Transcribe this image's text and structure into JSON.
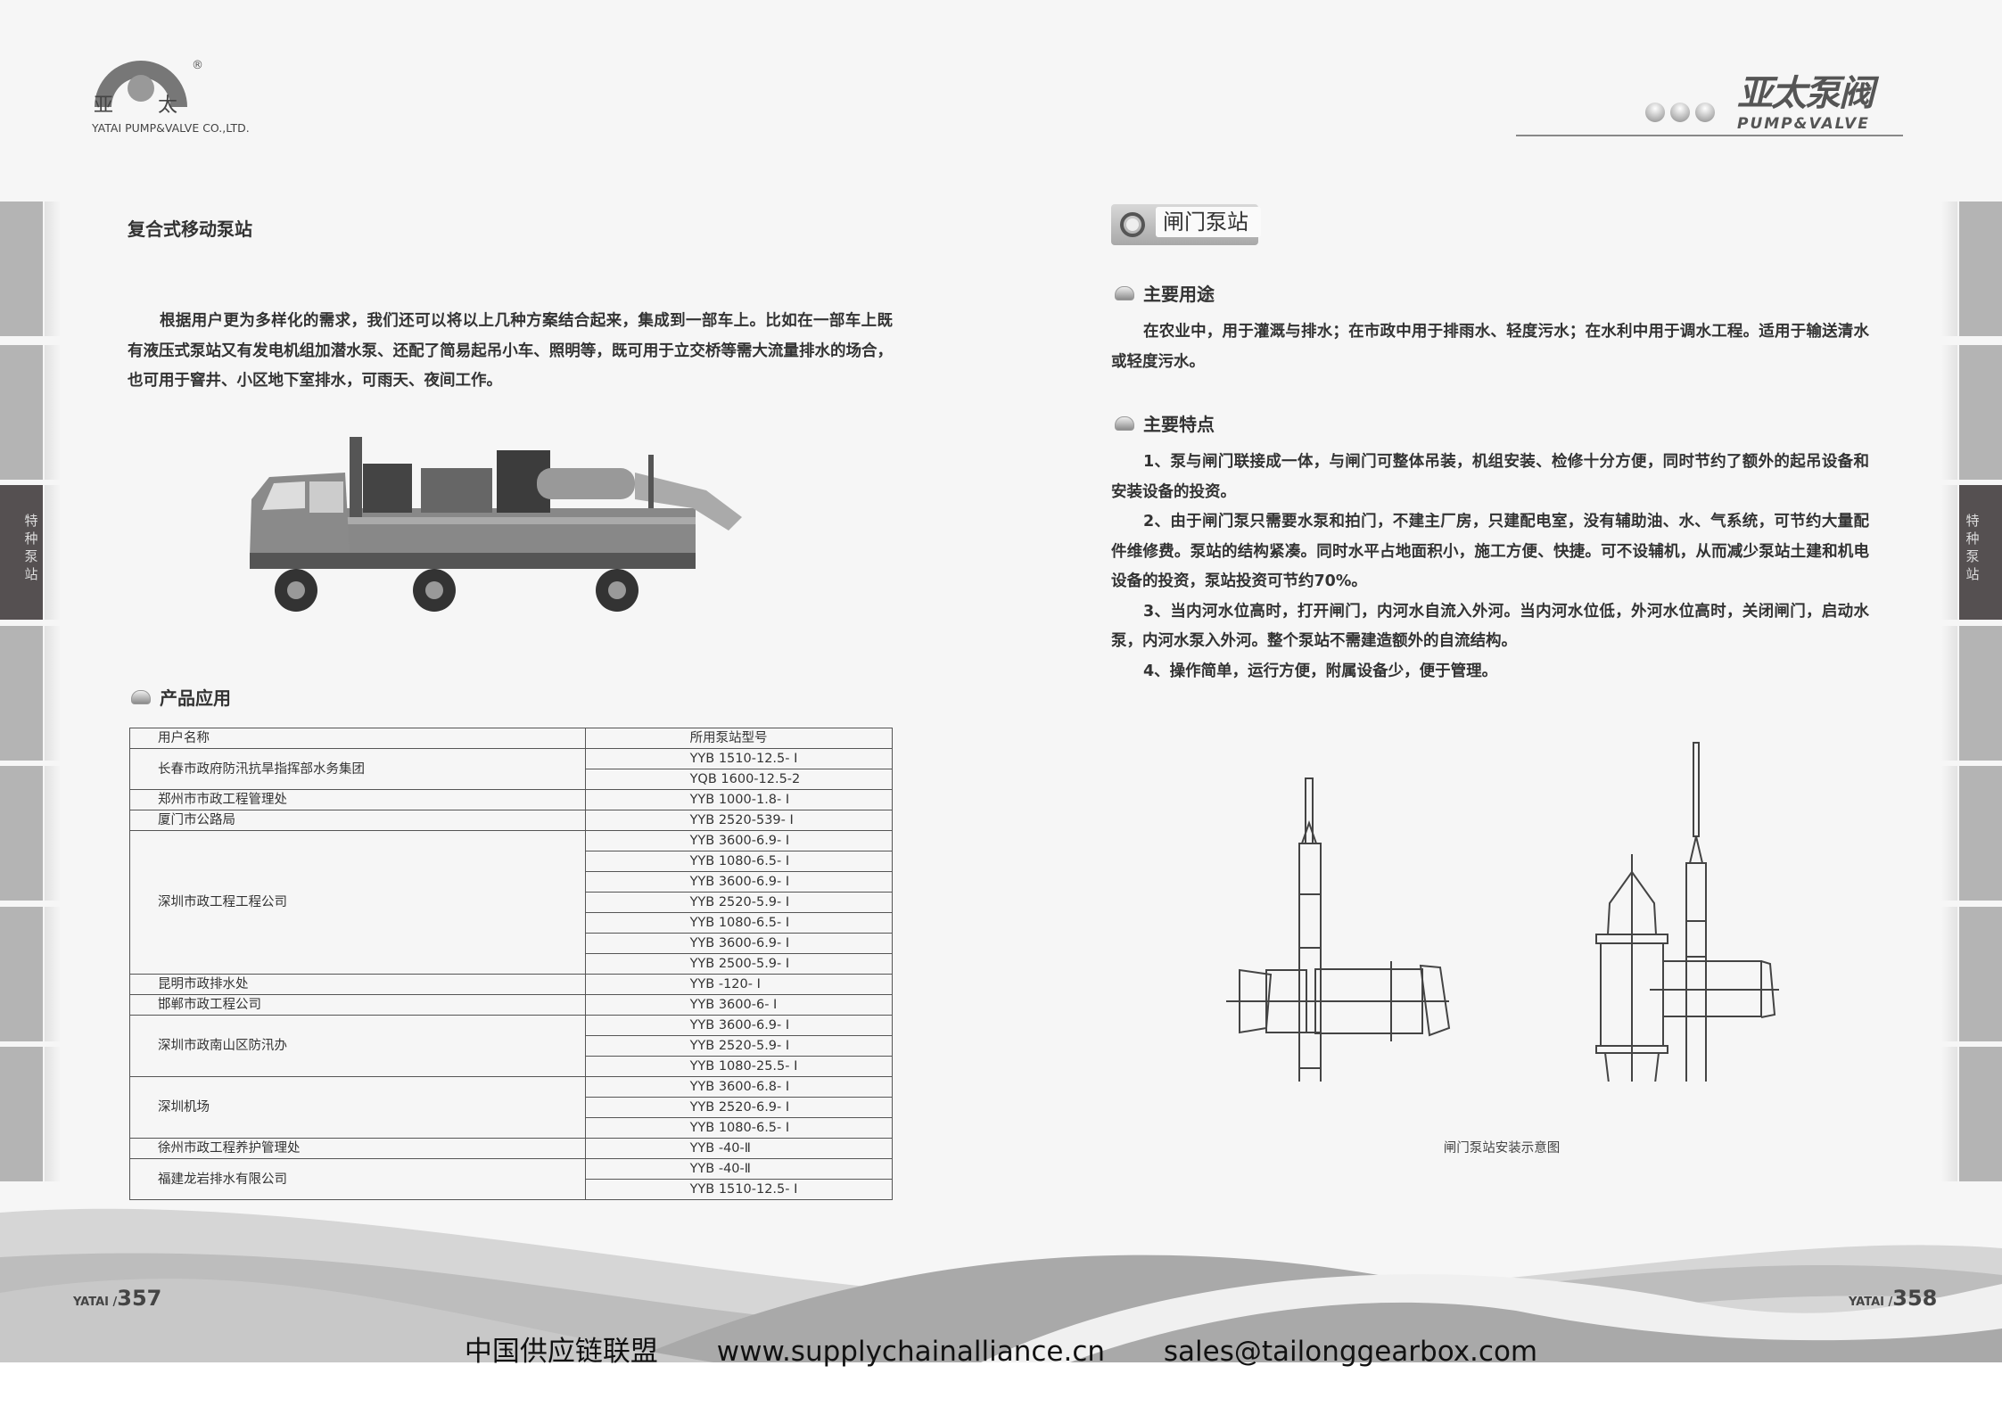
{
  "header_left": {
    "logo_cn_1": "亚",
    "logo_cn_2": "太",
    "registered": "®",
    "company_en": "YATAI PUMP&VALVE CO.,LTD."
  },
  "header_right": {
    "brand_cn": "亚太泵阀",
    "brand_en": "PUMP&VALVE"
  },
  "side_tab_label": "特种泵站",
  "left_page": {
    "title": "复合式移动泵站",
    "intro": "根据用户更为多样化的需求，我们还可以将以上几种方案结合起来，集成到一部车上。比如在一部车上既有液压式泵站又有发电机组加潜水泵、还配了简易起吊小车、照明等，既可用于立交桥等需大流量排水的场合，也可用于窨井、小区地下室排水，可雨天、夜间工作。",
    "section_title": "产品应用",
    "table": {
      "headers": [
        "用户名称",
        "所用泵站型号"
      ],
      "groups": [
        {
          "name": "长春市政府防汛抗旱指挥部水务集团",
          "models": [
            "YYB 1510-12.5- Ⅰ",
            "YQB 1600-12.5-2"
          ]
        },
        {
          "name": "郑州市市政工程管理处",
          "models": [
            "YYB 1000-1.8- Ⅰ"
          ]
        },
        {
          "name": "厦门市公路局",
          "models": [
            "YYB 2520-539- Ⅰ"
          ]
        },
        {
          "name": "深圳市政工程工程公司",
          "models": [
            "YYB 3600-6.9- Ⅰ",
            "YYB 1080-6.5- Ⅰ",
            "YYB 3600-6.9- Ⅰ",
            "YYB 2520-5.9- Ⅰ",
            "YYB 1080-6.5- Ⅰ",
            "YYB 3600-6.9- Ⅰ",
            "YYB 2500-5.9- Ⅰ"
          ]
        },
        {
          "name": "昆明市政排水处",
          "models": [
            "YYB -120- Ⅰ"
          ]
        },
        {
          "name": "邯郸市政工程公司",
          "models": [
            "YYB 3600-6- Ⅰ"
          ]
        },
        {
          "name": "深圳市政南山区防汛办",
          "models": [
            "YYB 3600-6.9- Ⅰ",
            "YYB 2520-5.9- Ⅰ",
            "YYB 1080-25.5- Ⅰ"
          ]
        },
        {
          "name": "深圳机场",
          "models": [
            "YYB 3600-6.8- Ⅰ",
            "YYB 2520-6.9- Ⅰ",
            "YYB 1080-6.5- Ⅰ"
          ]
        },
        {
          "name": "徐州市政工程养护管理处",
          "models": [
            "YYB -40-Ⅱ"
          ]
        },
        {
          "name": "福建龙岩排水有限公司",
          "models": [
            "YYB -40-Ⅱ",
            "YYB 1510-12.5- Ⅰ"
          ]
        }
      ]
    },
    "page_prefix": "YATAI /",
    "page_number": "357"
  },
  "right_page": {
    "title": "闸门泵站",
    "usage_title": "主要用途",
    "usage_text": "在农业中，用于灌溉与排水；在市政中用于排雨水、轻度污水；在水利中用于调水工程。适用于输送清水或轻度污水。",
    "features_title": "主要特点",
    "features": [
      "1、泵与闸门联接成一体，与闸门可整体吊装，机组安装、检修十分方便，同时节约了额外的起吊设备和安装设备的投资。",
      "2、由于闸门泵只需要水泵和拍门，不建主厂房，只建配电室，没有辅助油、水、气系统，可节约大量配件维修费。泵站的结构紧凑。同时水平占地面积小，施工方便、快捷。可不设辅机，从而减少泵站土建和机电设备的投资，泵站投资可节约70%。",
      "3、当内河水位高时，打开闸门，内河水自流入外河。当内河水位低，外河水位高时，关闭闸门，启动水泵，内河水泵入外河。整个泵站不需建造额外的自流结构。",
      "4、操作简单，运行方便，附属设备少，便于管理。"
    ],
    "diagram_caption": "闸门泵站安装示意图",
    "page_prefix": "YATAI /",
    "page_number": "358"
  },
  "footer": {
    "org": "中国供应链联盟",
    "website": "www.supplychainalliance.cn",
    "email": "sales@tailonggearbox.com"
  }
}
